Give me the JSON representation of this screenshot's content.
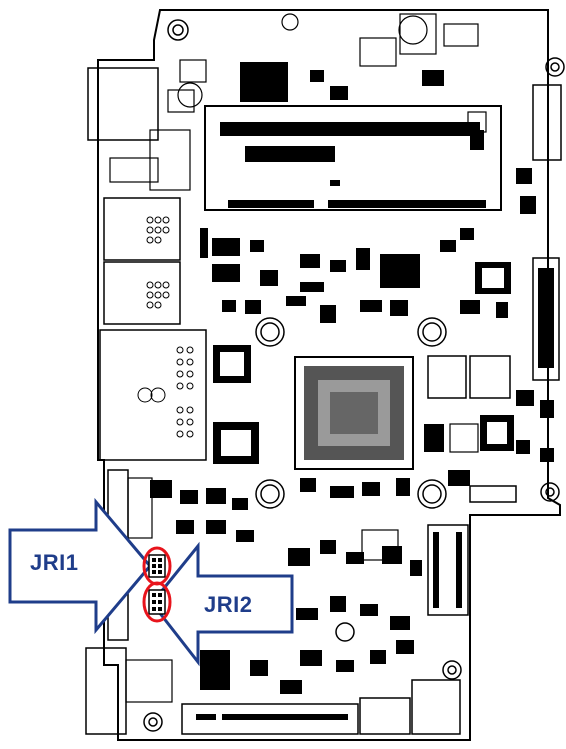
{
  "callouts": [
    {
      "id": "jri1",
      "label": "JRI1"
    },
    {
      "id": "jri2",
      "label": "JRI2"
    }
  ],
  "colors": {
    "arrow_fill": "#ffffff",
    "arrow_stroke": "#1f3d8a",
    "label_text": "#1f3d8a",
    "highlight_ring": "#e8141c",
    "board_outline": "#000000"
  }
}
